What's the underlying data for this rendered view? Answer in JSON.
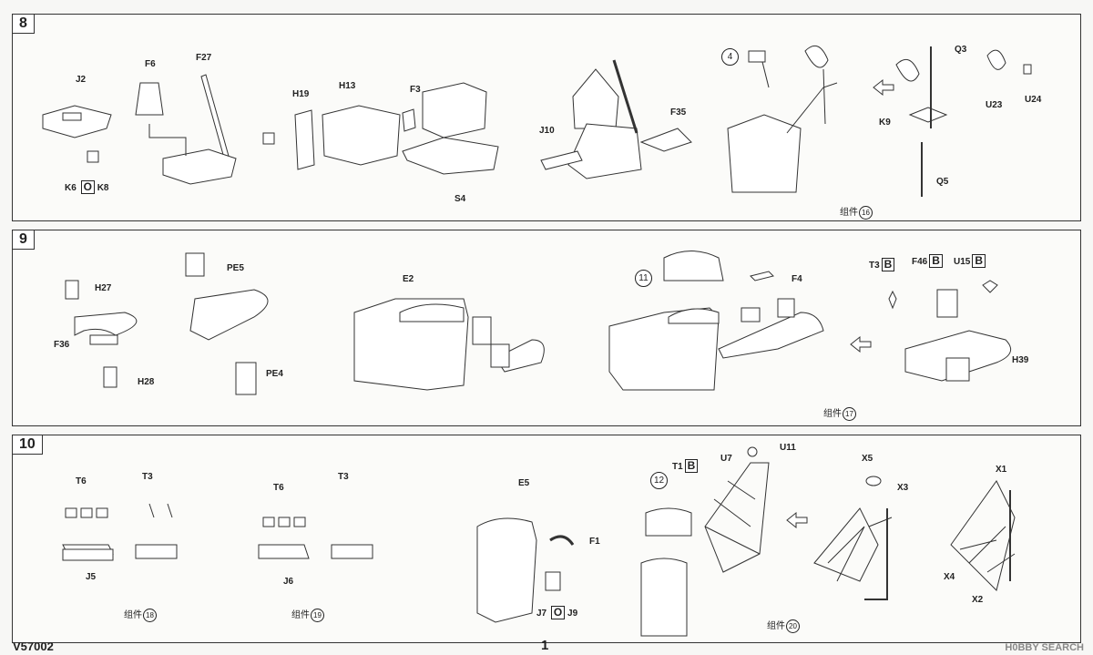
{
  "document": {
    "code": "V57002",
    "page_number": "1",
    "watermark": "H0BBY SEARCH"
  },
  "steps": [
    {
      "number": "8",
      "labels": [
        "J2",
        "F6",
        "F27",
        "H19",
        "H13",
        "F3",
        "S4",
        "J10",
        "F35",
        "Q3",
        "U23",
        "U24",
        "K9",
        "Q5"
      ],
      "k_row": [
        "K6",
        "O",
        "K8"
      ],
      "ref_circle": "4",
      "subassembly": {
        "text": "组件",
        "num": "16"
      }
    },
    {
      "number": "9",
      "labels": [
        "H27",
        "F36",
        "H28",
        "PE5",
        "PE4",
        "E2",
        "F4",
        "H39",
        "T3",
        "F46",
        "U15"
      ],
      "boxed_letters": [
        "B",
        "B",
        "B"
      ],
      "ref_circle": "11",
      "subassembly": {
        "text": "组件",
        "num": "17"
      }
    },
    {
      "number": "10",
      "labels": [
        "T6",
        "T3",
        "J5",
        "T6",
        "T3",
        "J6",
        "E5",
        "F1",
        "J7",
        "J9",
        "T1",
        "U7",
        "U11",
        "X5",
        "X3",
        "X1",
        "X4",
        "X2"
      ],
      "boxed_letters": [
        "O",
        "B"
      ],
      "ref_circle": "12",
      "subassemblies": [
        {
          "text": "组件",
          "num": "18"
        },
        {
          "text": "组件",
          "num": "19"
        },
        {
          "text": "组件",
          "num": "20"
        }
      ]
    }
  ]
}
